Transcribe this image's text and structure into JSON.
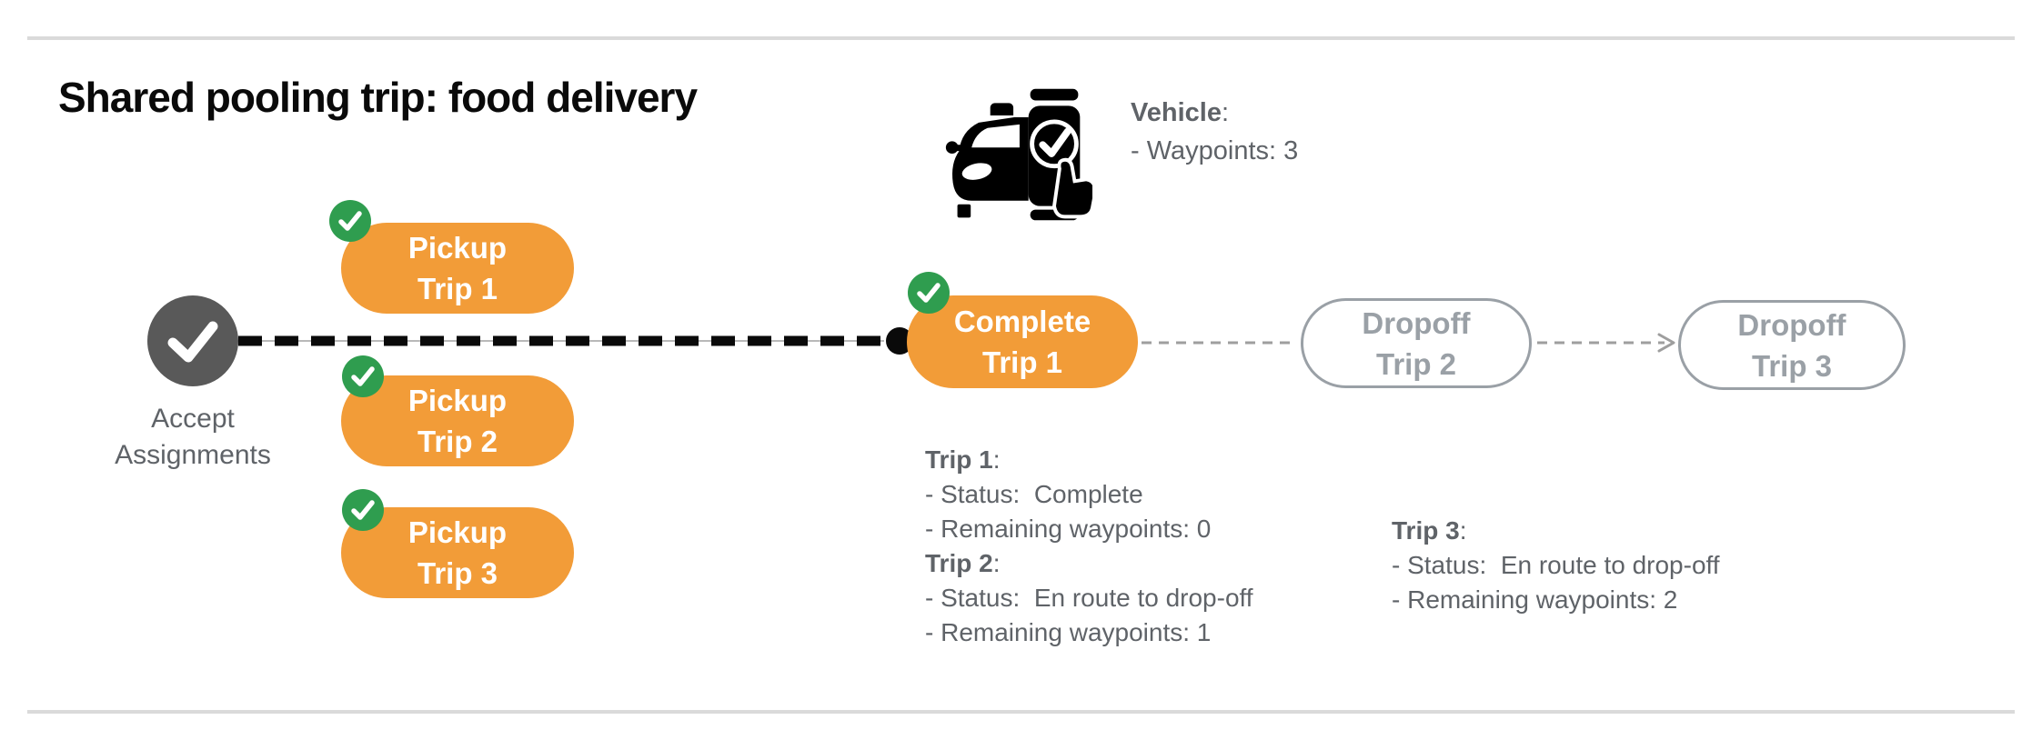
{
  "page": {
    "title": "Shared pooling trip: food delivery"
  },
  "vehicle": {
    "label": "Vehicle",
    "colon": ":",
    "waypoints_line": "- Waypoints: 3",
    "icon": "car-phone-check-icon"
  },
  "flow": {
    "start": {
      "line1": "Accept",
      "line2": "Assignments"
    },
    "nodes": {
      "pickup1": {
        "line1": "Pickup",
        "line2": "Trip 1"
      },
      "pickup2": {
        "line1": "Pickup",
        "line2": "Trip 2"
      },
      "pickup3": {
        "line1": "Pickup",
        "line2": "Trip 3"
      },
      "complete1": {
        "line1": "Complete",
        "line2": "Trip 1"
      },
      "dropoff2": {
        "line1": "Dropoff",
        "line2": "Trip 2"
      },
      "dropoff3": {
        "line1": "Dropoff",
        "line2": "Trip 3"
      }
    }
  },
  "details": {
    "left": {
      "sections": [
        {
          "name": "Trip 1",
          "colon": ":",
          "rows": [
            "- Status:  Complete",
            "- Remaining waypoints: 0"
          ]
        },
        {
          "name": "Trip 2",
          "colon": ":",
          "rows": [
            "- Status:  En route to drop-off",
            "- Remaining waypoints: 1"
          ]
        }
      ]
    },
    "right": {
      "sections": [
        {
          "name": "Trip 3",
          "colon": ":",
          "rows": [
            "- Status:  En route to drop-off",
            "- Remaining waypoints: 2"
          ]
        }
      ]
    }
  },
  "colors": {
    "orange": "#F29C38",
    "green": "#2F9D4F",
    "gray-dark": "#595959",
    "text-gray": "#5F6368",
    "outline-gray": "#9AA0A6",
    "rule-gray": "#DADADA",
    "conn-gray": "#9E9E9E",
    "ink": "#0A0A0A"
  }
}
